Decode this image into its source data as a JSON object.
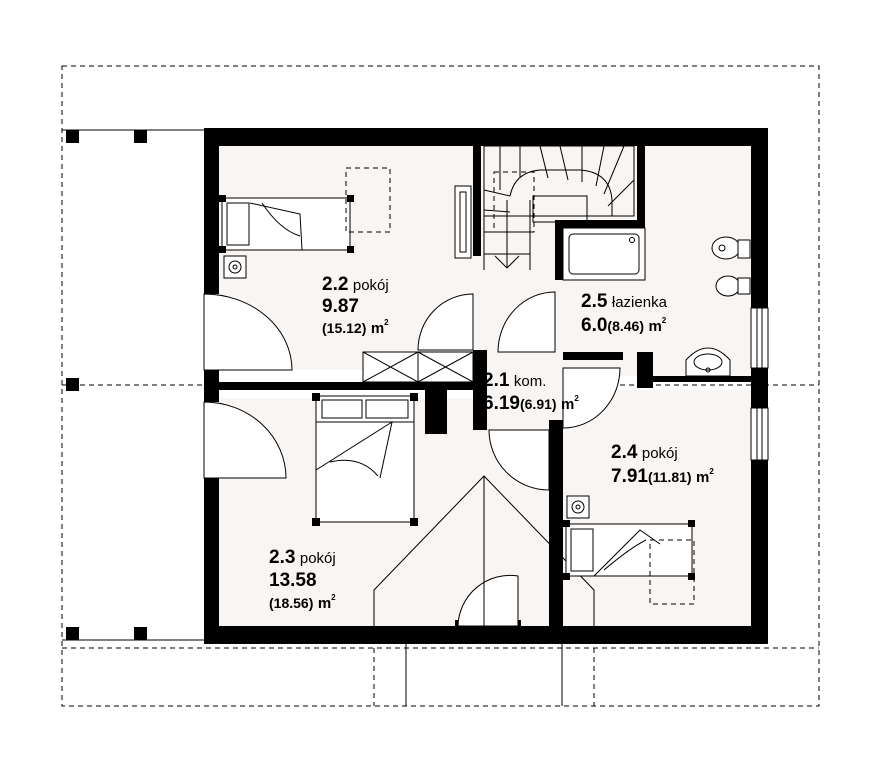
{
  "rooms": [
    {
      "id": "r22",
      "number": "2.2",
      "name": "pokój",
      "area": "9.87",
      "gross": "(15.12)",
      "unit": "m",
      "sup": "2"
    },
    {
      "id": "r21",
      "number": "2.1",
      "name": "kom.",
      "area": "6.19",
      "gross": "(6.91)",
      "unit": "m",
      "sup": "2"
    },
    {
      "id": "r25",
      "number": "2.5",
      "name": "łazienka",
      "area": "6.0",
      "gross": "(8.46)",
      "unit": "m",
      "sup": "2"
    },
    {
      "id": "r24",
      "number": "2.4",
      "name": "pokój",
      "area": "7.91",
      "gross": "(11.81)",
      "unit": "m",
      "sup": "2"
    },
    {
      "id": "r23",
      "number": "2.3",
      "name": "pokój",
      "area": "13.58",
      "gross": "(18.56)",
      "unit": "m",
      "sup": "2"
    }
  ],
  "colors": {
    "wall": "#000000",
    "floor": "#f8f5f2"
  }
}
